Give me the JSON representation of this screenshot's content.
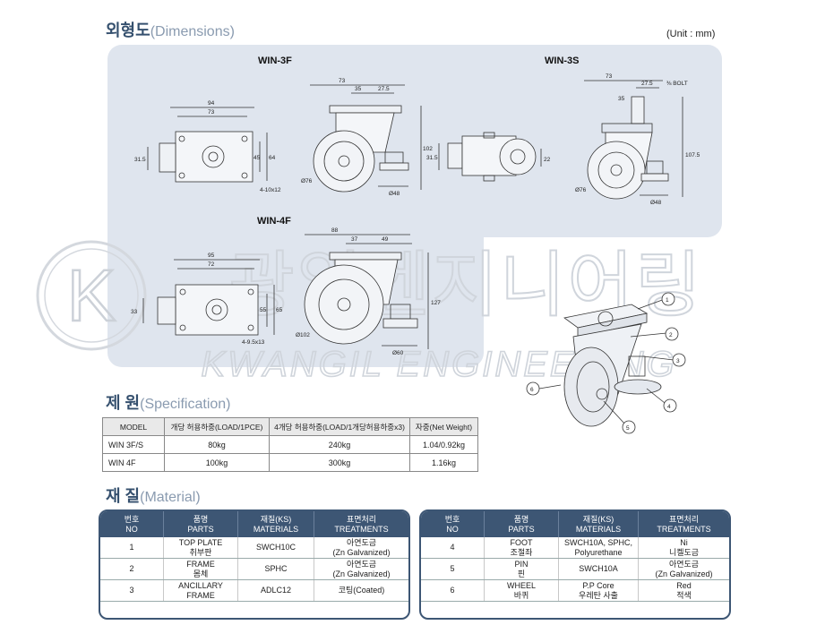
{
  "dimensions": {
    "title_ko": "외형도",
    "title_en": "(Dimensions)",
    "unit": "(Unit : mm)",
    "models": {
      "win3f": {
        "label": "WIN-3F",
        "top": {
          "d94": "94",
          "d73": "73",
          "d31_5": "31.5",
          "d45": "45",
          "d64": "64",
          "holes": "4-10x12"
        },
        "side": {
          "d73": "73",
          "d35": "35",
          "d27_5": "27.5",
          "d102": "102",
          "d76": "Ø76",
          "d48": "Ø48"
        }
      },
      "win3s": {
        "label": "WIN-3S",
        "top": {
          "d31_5": "31.5",
          "d22": "22"
        },
        "side": {
          "d73": "73",
          "d27_5": "27.5",
          "bolt": "⅜ BOLT",
          "d35": "35",
          "d107_5": "107.5",
          "d76": "Ø76",
          "d48": "Ø48"
        }
      },
      "win4f": {
        "label": "WIN-4F",
        "top": {
          "d95": "95",
          "d72": "72",
          "d33": "33",
          "d55": "55",
          "d65": "65",
          "holes": "4-9.5x13"
        },
        "side": {
          "d88": "88",
          "d37": "37",
          "d49": "49",
          "d127": "127",
          "d102": "Ø102",
          "d60": "Ø60"
        }
      }
    },
    "callouts": [
      "1",
      "2",
      "3",
      "4",
      "5",
      "6"
    ],
    "watermark": {
      "ko": "광일엔지니어링",
      "en": "KWANGIL ENGINEERING",
      "logo": "K"
    }
  },
  "specification": {
    "title_ko": "제 원",
    "title_en": "(Specification)",
    "headers": [
      "MODEL",
      "개당 허용하중(LOAD/1PCE)",
      "4개당 허용하중(LOAD/1개당허용하중x3)",
      "자중(Net Weight)"
    ],
    "rows": [
      [
        "WIN 3F/S",
        "80kg",
        "240kg",
        "1.04/0.92kg"
      ],
      [
        "WIN 4F",
        "100kg",
        "300kg",
        "1.16kg"
      ]
    ]
  },
  "material": {
    "title_ko": "재 질",
    "title_en": "(Material)",
    "headers": [
      {
        "ko": "번호",
        "en": "NO"
      },
      {
        "ko": "품명",
        "en": "PARTS"
      },
      {
        "ko": "재질(KS)",
        "en": "MATERIALS"
      },
      {
        "ko": "표면처리",
        "en": "TREATMENTS"
      }
    ],
    "left_rows": [
      {
        "no": "1",
        "part1": "TOP PLATE",
        "part2": "취부판",
        "mat1": "SWCH10C",
        "mat2": "",
        "tr1": "아연도금",
        "tr2": "(Zn Galvanized)"
      },
      {
        "no": "2",
        "part1": "FRAME",
        "part2": "몸체",
        "mat1": "SPHC",
        "mat2": "",
        "tr1": "아연도금",
        "tr2": "(Zn Galvanized)"
      },
      {
        "no": "3",
        "part1": "ANCILLARY",
        "part2": "FRAME",
        "mat1": "ADLC12",
        "mat2": "",
        "tr1": "코팅(Coated)",
        "tr2": ""
      }
    ],
    "right_rows": [
      {
        "no": "4",
        "part1": "FOOT",
        "part2": "조절좌",
        "mat1": "SWCH10A, SPHC,",
        "mat2": "Polyurethane",
        "tr1": "Ni",
        "tr2": "니켈도금"
      },
      {
        "no": "5",
        "part1": "PIN",
        "part2": "핀",
        "mat1": "SWCH10A",
        "mat2": "",
        "tr1": "아연도금",
        "tr2": "(Zn Galvanized)"
      },
      {
        "no": "6",
        "part1": "WHEEL",
        "part2": "바퀴",
        "mat1": "P.P Core",
        "mat2": "우레탄 사출",
        "tr1": "Red",
        "tr2": "적색"
      }
    ]
  }
}
